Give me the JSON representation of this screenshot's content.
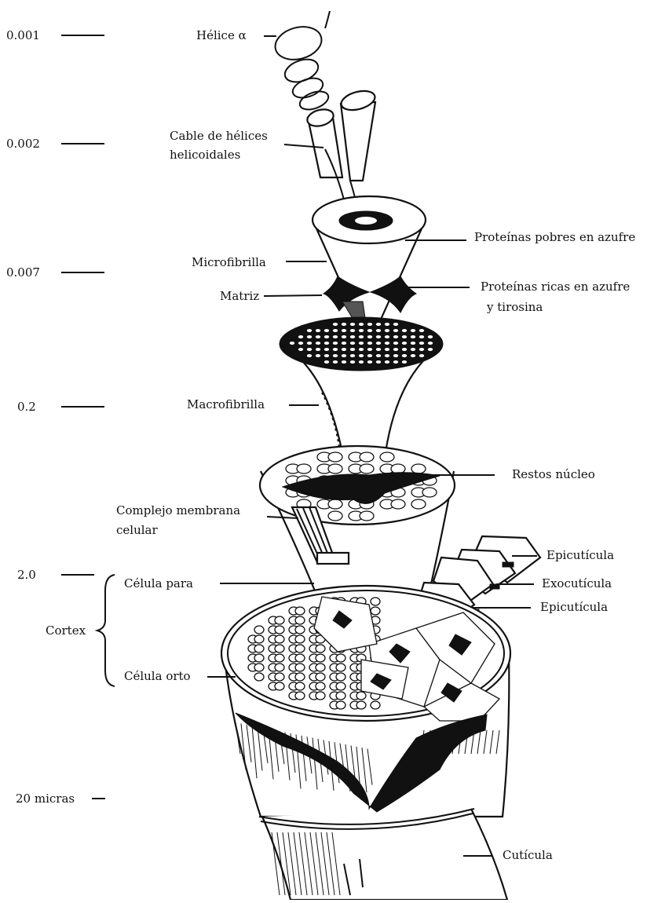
{
  "scale": {
    "s0": "0.001",
    "s1": "0.002",
    "s2": "0.007",
    "s3": "0.2",
    "s4": "2.0",
    "s5": "20 micras"
  },
  "cortex_label": "Cortex",
  "labels": {
    "helice": "Hélice α",
    "cable_1": "Cable de hélices",
    "cable_2": "helicoidales",
    "microfibrilla": "Microfibrilla",
    "matriz": "Matriz",
    "pobres": "Proteínas pobres en azufre",
    "ricas_1": "Proteínas ricas en azufre",
    "ricas_2": "y tirosina",
    "macrofibrilla": "Macrofibrilla",
    "restos": "Restos núcleo",
    "complejo_1": "Complejo membrana",
    "complejo_2": "celular",
    "epicuticula_top": "Epicutícula",
    "exocuticula": "Exocutícula",
    "epicuticula_bottom": "Epicutícula",
    "celula_para": "Célula para",
    "celula_orto": "Célula orto",
    "cuticula": "Cutícula"
  }
}
